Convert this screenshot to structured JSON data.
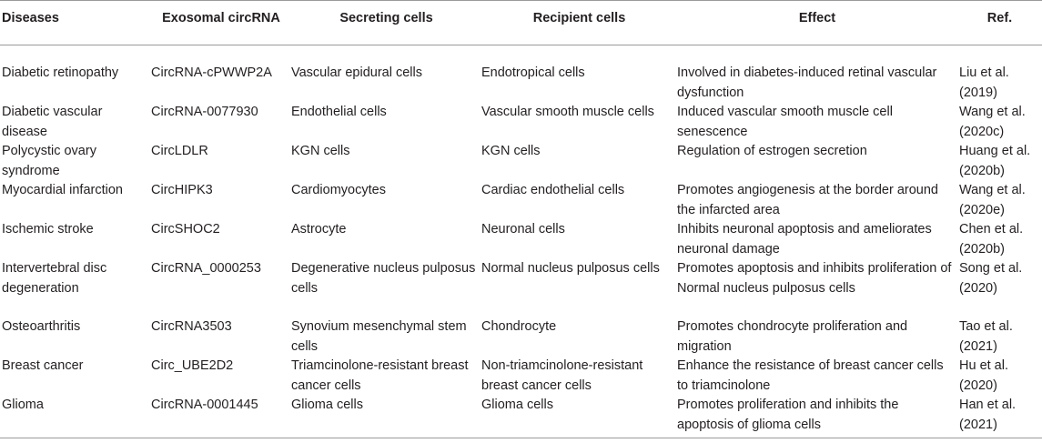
{
  "table": {
    "headers": [
      "Diseases",
      "Exosomal circRNA",
      "Secreting cells",
      "Recipient cells",
      "Effect",
      "Ref."
    ],
    "rows": [
      [
        "Diabetic retinopathy",
        "CircRNA-cPWWP2A",
        "Vascular epidural cells",
        "Endotropical cells",
        "Involved in diabetes-induced retinal vascular dysfunction",
        "Liu et al. (2019)"
      ],
      [
        "Diabetic vascular disease",
        "CircRNA-0077930",
        "Endothelial cells",
        "Vascular smooth muscle cells",
        "Induced vascular smooth muscle cell senescence",
        "Wang et al. (2020c)"
      ],
      [
        "Polycystic ovary syndrome",
        "CircLDLR",
        "KGN cells",
        "KGN cells",
        "Regulation of estrogen secretion",
        "Huang et al. (2020b)"
      ],
      [
        "Myocardial infarction",
        "CircHIPK3",
        "Cardiomyocytes",
        "Cardiac endothelial cells",
        "Promotes angiogenesis at the border around the infarcted area",
        "Wang et al. (2020e)"
      ],
      [
        "Ischemic stroke",
        "CircSHOC2",
        "Astrocyte",
        "Neuronal cells",
        "Inhibits neuronal apoptosis and ameliorates neuronal damage",
        "Chen et al. (2020b)"
      ],
      [
        "Intervertebral disc degeneration",
        "CircRNA_0000253",
        "Degenerative nucleus pulposus cells",
        "Normal nucleus pulposus cells",
        "Promotes apoptosis and inhibits proliferation of Normal nucleus pulposus cells",
        "Song et al. (2020)"
      ],
      [
        "Osteoarthritis",
        "CircRNA3503",
        "Synovium mesenchymal stem cells",
        "Chondrocyte",
        "Promotes chondrocyte proliferation and migration",
        "Tao et al. (2021)"
      ],
      [
        "Breast cancer",
        "Circ_UBE2D2",
        "Triamcinolone-resistant breast cancer cells",
        "Non-triamcinolone-resistant breast cancer cells",
        "Enhance the resistance of breast cancer cells to triamcinolone",
        "Hu et al. (2020)"
      ],
      [
        "Glioma",
        "CircRNA-0001445",
        "Glioma cells",
        "Glioma cells",
        "Promotes proliferation and inhibits the apoptosis of glioma cells",
        "Han et al. (2021)"
      ]
    ]
  }
}
